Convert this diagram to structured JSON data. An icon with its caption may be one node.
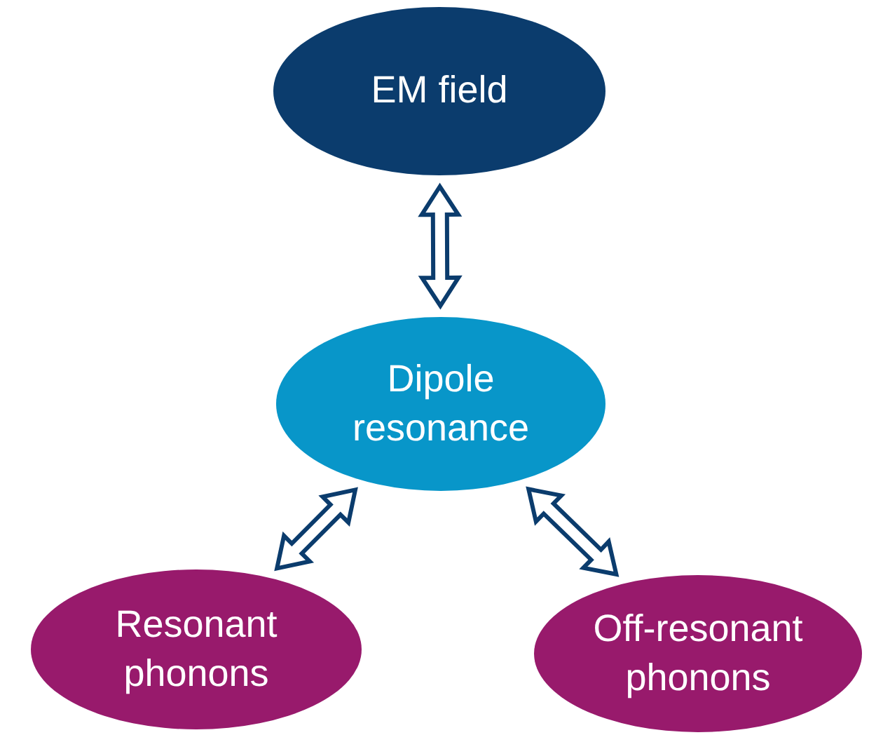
{
  "diagram": {
    "nodes": [
      {
        "text": [
          "EM field"
        ]
      },
      {
        "text": [
          "Dipole resonance"
        ]
      },
      {
        "text": [
          "Resonant phonons"
        ]
      },
      {
        "text": [
          "Off-resonant phonons"
        ]
      }
    ],
    "edges": [
      {
        "from": 0,
        "to": 1,
        "arrow": "both"
      },
      {
        "from": 1,
        "to": 2,
        "arrow": "both"
      },
      {
        "from": 1,
        "to": 3,
        "arrow": "both"
      }
    ]
  }
}
